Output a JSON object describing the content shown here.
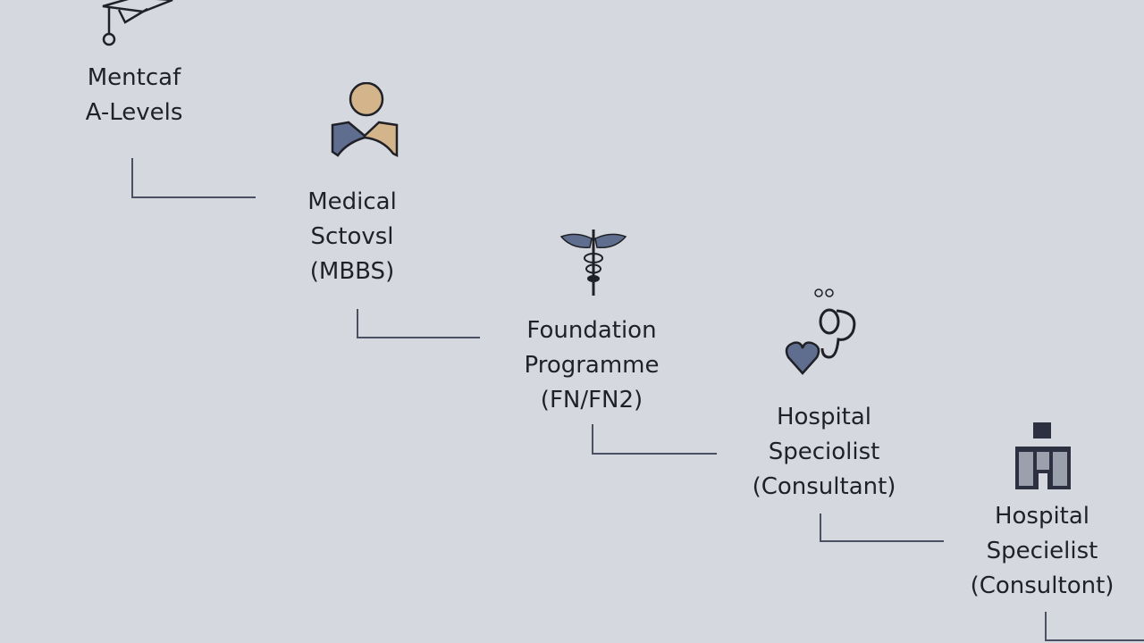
{
  "steps": [
    {
      "lines": [
        "Mentcaf",
        "A-Levels"
      ],
      "icon": "graduation-cap-icon"
    },
    {
      "lines": [
        "Medical",
        "Sctovsl",
        "(MBBS)"
      ],
      "icon": "person-icon"
    },
    {
      "lines": [
        "Foundation",
        "Programme",
        "(FN/FN2)"
      ],
      "icon": "caduceus-icon"
    },
    {
      "lines": [
        "Hospital",
        "Speciolist",
        "(Consultant)"
      ],
      "icon": "stethoscope-heart-icon"
    },
    {
      "lines": [
        "Hospital",
        "Specielist",
        "(Consultont)"
      ],
      "icon": "hospital-building-icon"
    }
  ],
  "colors": {
    "background": "#d5d9df",
    "text": "#1f2126",
    "connector": "#4b5163",
    "accent_blue": "#5f6d8f",
    "accent_tan": "#d4b48a"
  }
}
